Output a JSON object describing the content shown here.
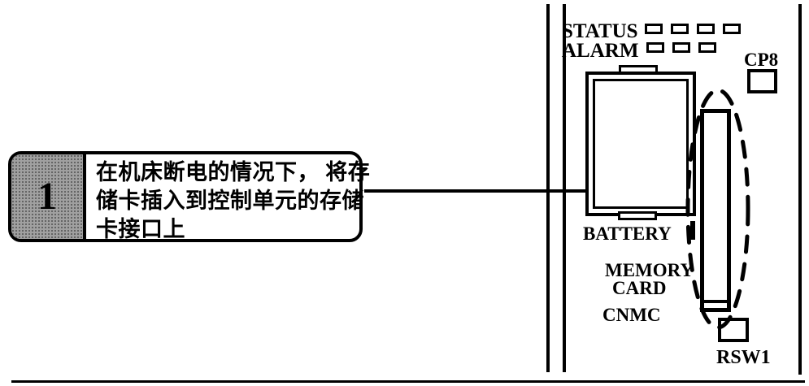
{
  "step": {
    "number": "1",
    "line1": "在机床断电的情况下， 将存",
    "line2": "储卡插入到控制单元的存储",
    "line3": "卡接口上"
  },
  "panel": {
    "status_label": "STATUS",
    "alarm_label": "ALARM",
    "status_led_count": 4,
    "alarm_led_count": 3,
    "cp8_label": "CP8",
    "battery_label": "BATTERY",
    "memory_label": "MEMORY",
    "card_label": "CARD",
    "cnmc_label": "CNMC",
    "rsw1_label": "RSW1"
  },
  "colors": {
    "ink": "#000000",
    "paper": "#ffffff",
    "step_number_panel_gray": "#a0a0a0"
  }
}
